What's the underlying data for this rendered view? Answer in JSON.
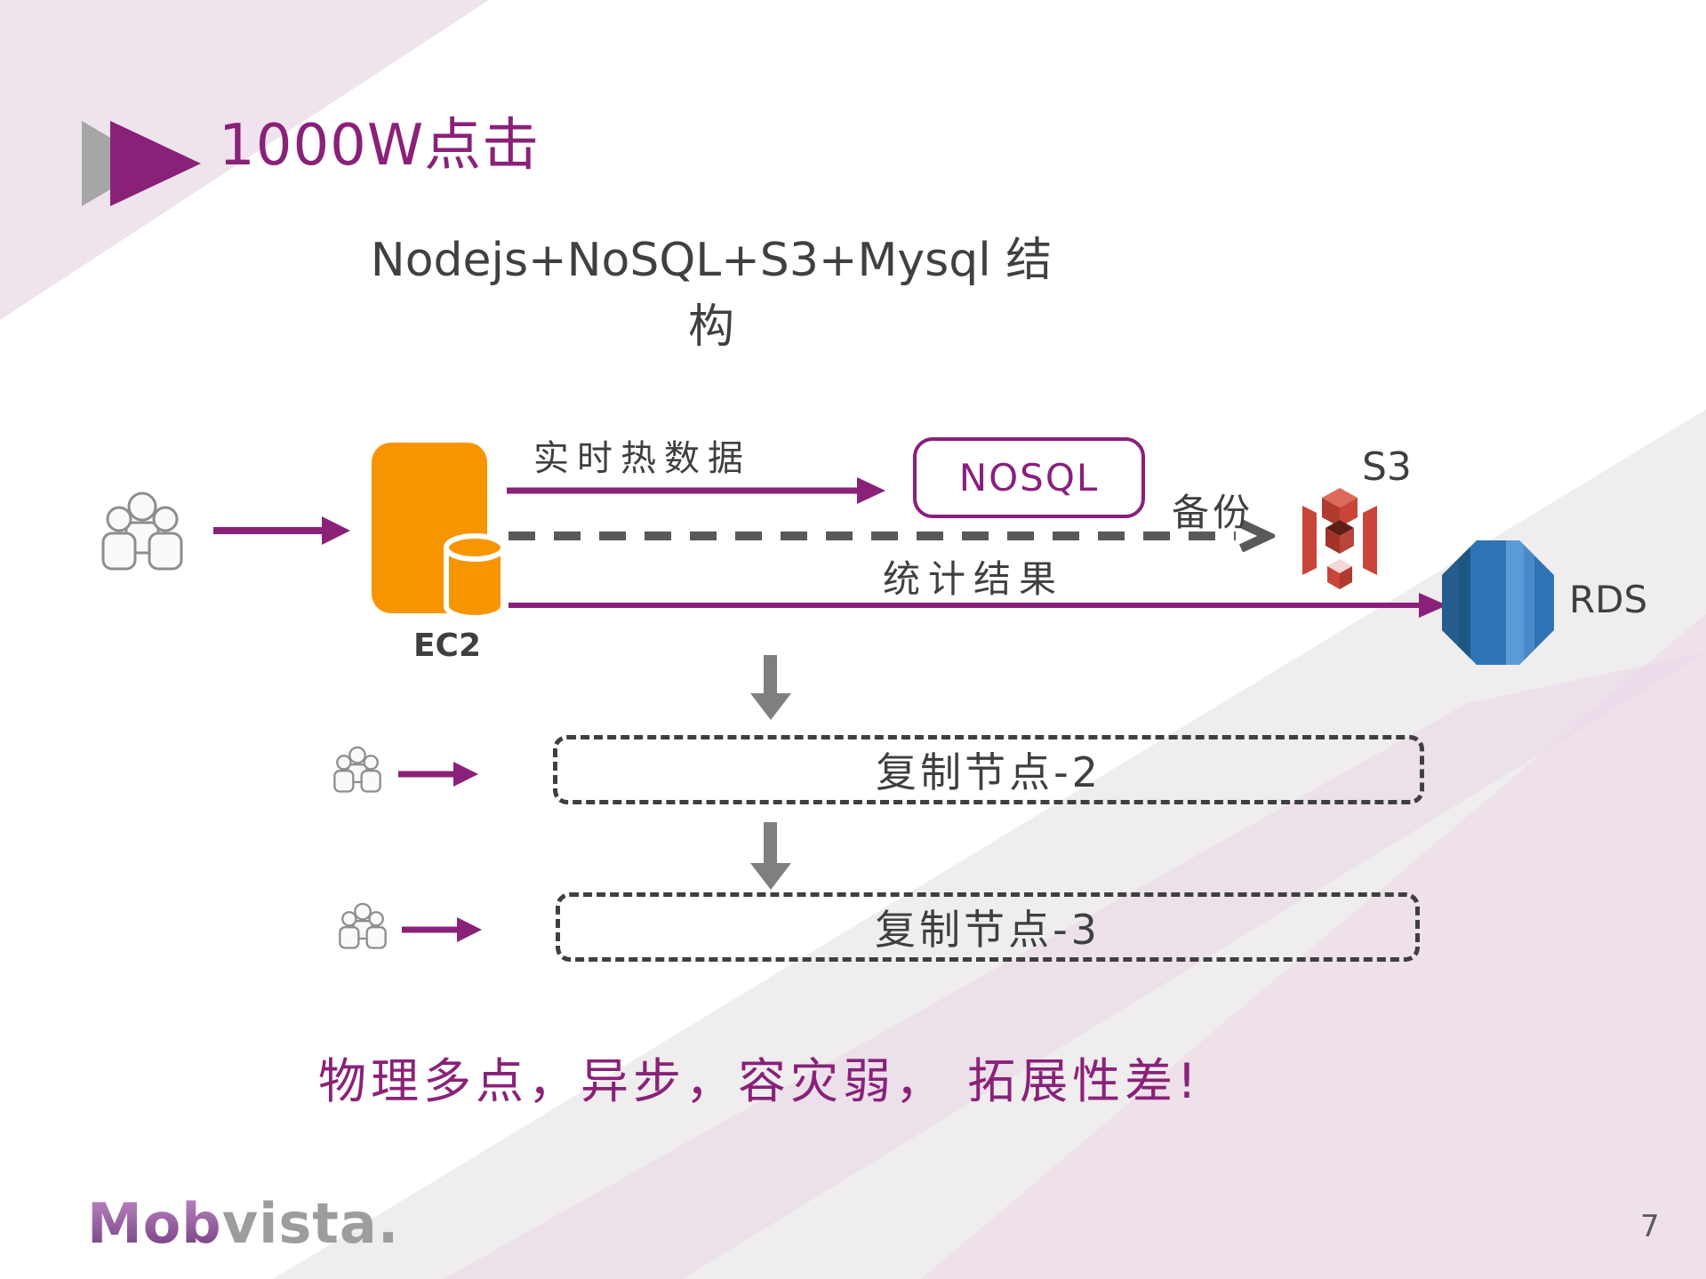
{
  "slide": {
    "title": "1000W点击",
    "subtitle": "Nodejs+NoSQL+S3+Mysql 结构",
    "bottom_note": "物理多点，异步，容灾弱， 拓展性差!",
    "page_number": "7",
    "logo": {
      "primary": "Mob",
      "secondary": "vista."
    }
  },
  "diagram": {
    "ec2": {
      "label": "EC2"
    },
    "nosql": {
      "label": "NOSQL"
    },
    "s3": {
      "label": "S3"
    },
    "rds": {
      "label": "RDS"
    },
    "arrows": {
      "realtime_label": "实时热数据",
      "backup_label": "备份",
      "stats_label": "统计结果"
    },
    "replicas": [
      {
        "label": "复制节点-2"
      },
      {
        "label": "复制节点-3"
      }
    ]
  },
  "colors": {
    "accent_purple": "#8A2179",
    "ec2_orange": "#F79500",
    "s3_red": "#C9453A",
    "rds_blue": "#2E74B5",
    "arrow_gray": "#595959",
    "block_arrow_gray": "#7F7F7F",
    "text_dark": "#3F3F3F",
    "bg_lavender": "#EFE3EE",
    "bg_gray": "#EFEDEE"
  }
}
